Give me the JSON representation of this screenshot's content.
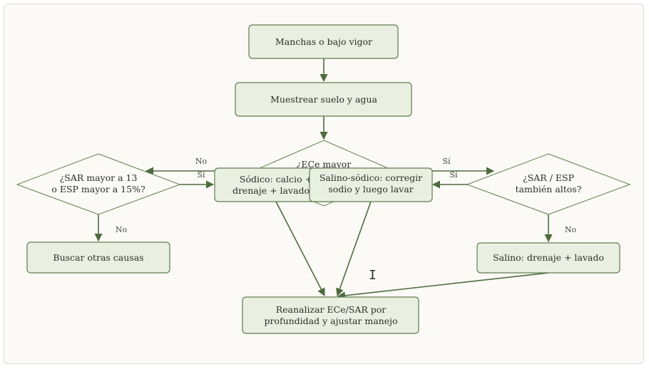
{
  "nodes": {
    "start": "Manchas o bajo vigor",
    "sample": "Muestrear suelo y agua",
    "ece_q": "¿ECe mayor",
    "sar_left_q_1": "¿SAR mayor a 13",
    "sar_left_q_2": "o ESP mayor a 15%?",
    "sodic_1": "Sódico: calcio +",
    "sodic_2": "drenaje + lavado",
    "saline_sodic_1": "Salino-sódico: corregir",
    "saline_sodic_2": "sodio y luego lavar",
    "sar_right_q_1": "¿SAR / ESP",
    "sar_right_q_2": "también altos?",
    "other_causes": "Buscar otras causas",
    "saline": "Salino: drenaje + lavado",
    "reanalyze_1": "Reanalizar ECe/SAR por",
    "reanalyze_2": "profundidad y ajustar manejo"
  },
  "edge_labels": {
    "no_left": "No",
    "si_left": "Sí",
    "si_right_top": "Sí",
    "si_right_bottom": "Sí",
    "no_down_left": "No",
    "no_down_right": "No"
  },
  "colors": {
    "node_fill": "#eaf0e1",
    "node_stroke": "#5f7d4f",
    "edge": "#4e6b3f"
  },
  "cursor_icon": "text-cursor-icon"
}
